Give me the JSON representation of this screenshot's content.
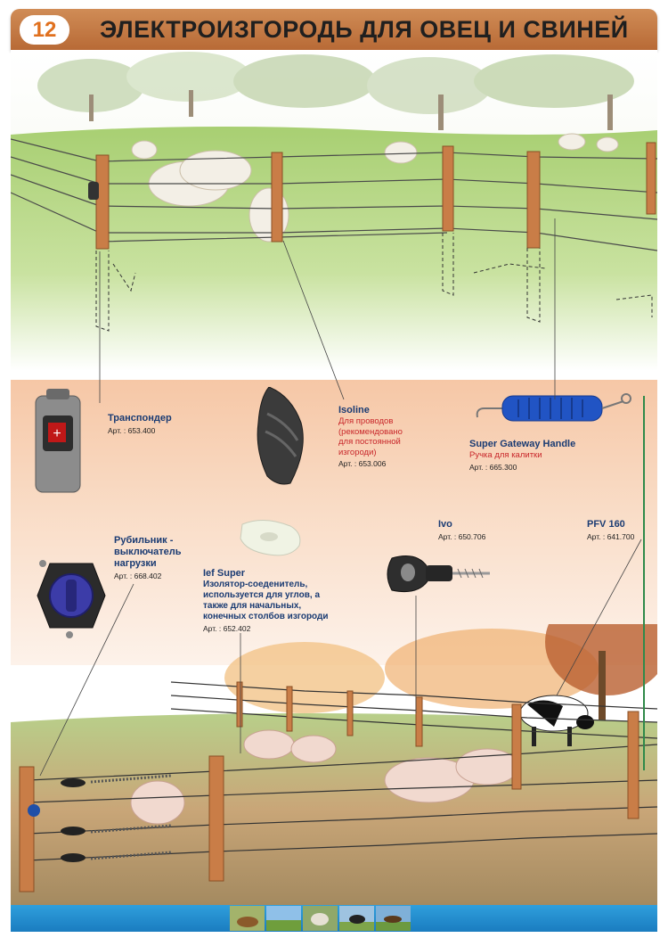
{
  "header": {
    "page_number": "12",
    "title": "ЭЛЕКТРОИЗГОРОДЬ ДЛЯ ОВЕЦ И СВИНЕЙ"
  },
  "products": {
    "transponder": {
      "name": "Транспондер",
      "art": "Арт. : 653.400"
    },
    "isoline": {
      "name": "Isoline",
      "desc": [
        "Для проводов",
        "(рекомендовано",
        "для постоянной",
        "изгороди)"
      ],
      "art": "Арт. : 653.006"
    },
    "gateway": {
      "name": "Super Gateway Handle",
      "desc": "Ручка для калитки",
      "art": "Арт. : 665.300"
    },
    "switch": {
      "name": [
        "Рубильник -",
        "выключатель",
        "нагрузки"
      ],
      "art": "Арт. : 668.402"
    },
    "ief": {
      "name": "Ief Super",
      "desc": [
        "Изолятор-соеденитель,",
        "используется для углов, а",
        "также для начальных,",
        "конечных столбов изгороди"
      ],
      "art": "Арт. : 652.402"
    },
    "ivo": {
      "name": "Ivo",
      "art": "Арт. : 650.706"
    },
    "pfv": {
      "name": "PFV 160",
      "art": "Арт. : 641.700"
    }
  },
  "colors": {
    "header_bg": "#c27a43",
    "page_number_text": "#e0701e",
    "product_name": "#1a3b73",
    "product_desc": "#c8262a",
    "footer_bg": "#2189cc"
  },
  "footer": {
    "thumbnails": [
      "cows-thumb",
      "landscape-thumb",
      "sheep-thumb",
      "cow-thumb",
      "horse-thumb"
    ]
  }
}
